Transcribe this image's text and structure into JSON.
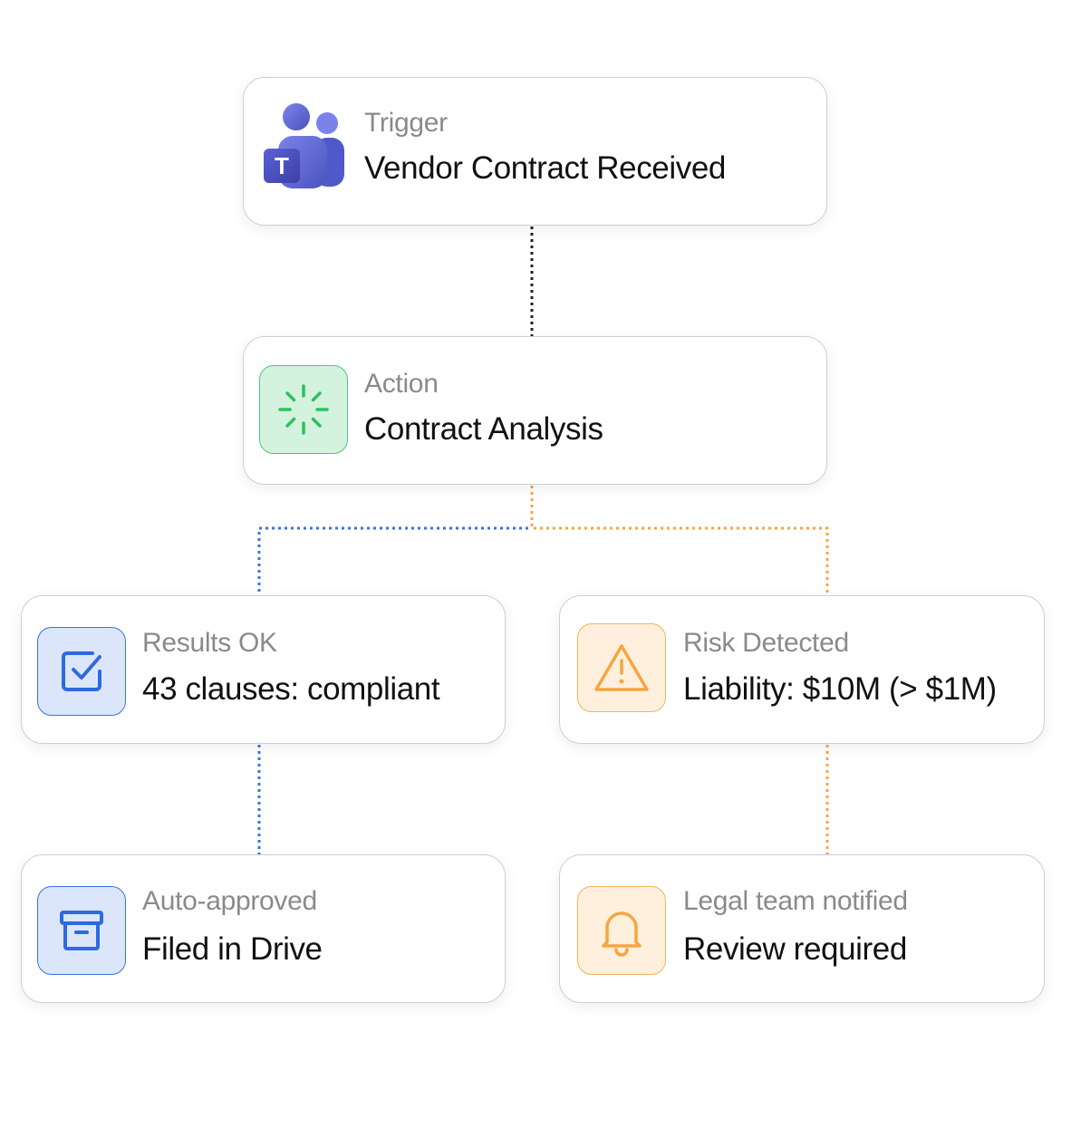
{
  "trigger": {
    "label": "Trigger",
    "value": "Vendor Contract Received",
    "icon": "microsoft-teams-icon"
  },
  "action": {
    "label": "Action",
    "value": "Contract Analysis",
    "icon": "loading-spinner-icon"
  },
  "results_ok": {
    "label": "Results OK",
    "value": "43 clauses: compliant",
    "icon": "checkbox-icon"
  },
  "risk": {
    "label": "Risk Detected",
    "value": "Liability: $10M (> $1M)",
    "icon": "warning-icon"
  },
  "approved": {
    "label": "Auto-approved",
    "value": "Filed in Drive",
    "icon": "archive-icon"
  },
  "legal": {
    "label": "Legal team notified",
    "value": "Review required",
    "icon": "bell-icon"
  },
  "colors": {
    "ok_path": "#3a73e0",
    "risk_path": "#f5a640",
    "main_path": "#222222",
    "action_green": "#2fbf5f"
  }
}
